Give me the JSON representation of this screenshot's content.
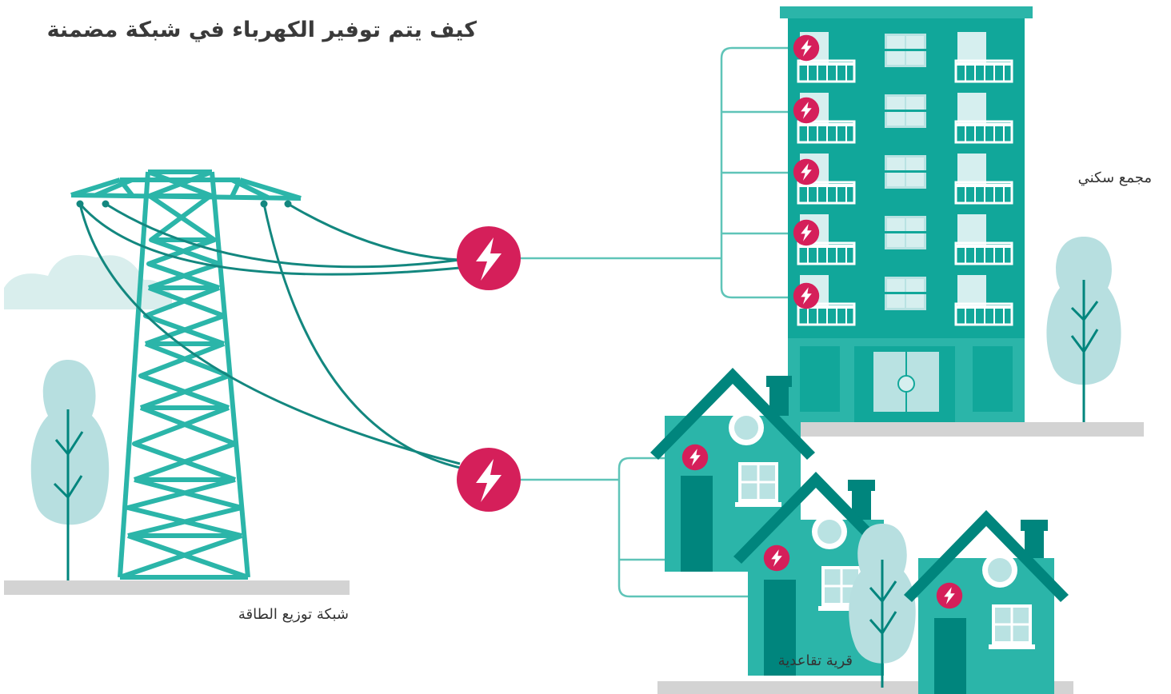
{
  "title": "كيف يتم توفير الكهرباء في شبكة مضمنة",
  "labels": {
    "power_grid": "شبكة توزيع الطاقة",
    "residential_complex": "مجمع سكني",
    "retirement_village": "قرية تقاعدية"
  },
  "colors": {
    "teal": "#2bb5a9",
    "dark_teal": "#00857d",
    "building": "#11a79a",
    "magenta": "#d51f5a",
    "tree": "#b7dfe0",
    "ground": "#d3d3d3",
    "wire": "#13877f",
    "connector": "#5fc4b8"
  },
  "icons": [
    "lightning-bolt-icon",
    "tree-icon",
    "cloud-icon",
    "transmission-tower-icon",
    "apartment-building-icon",
    "house-icon"
  ]
}
